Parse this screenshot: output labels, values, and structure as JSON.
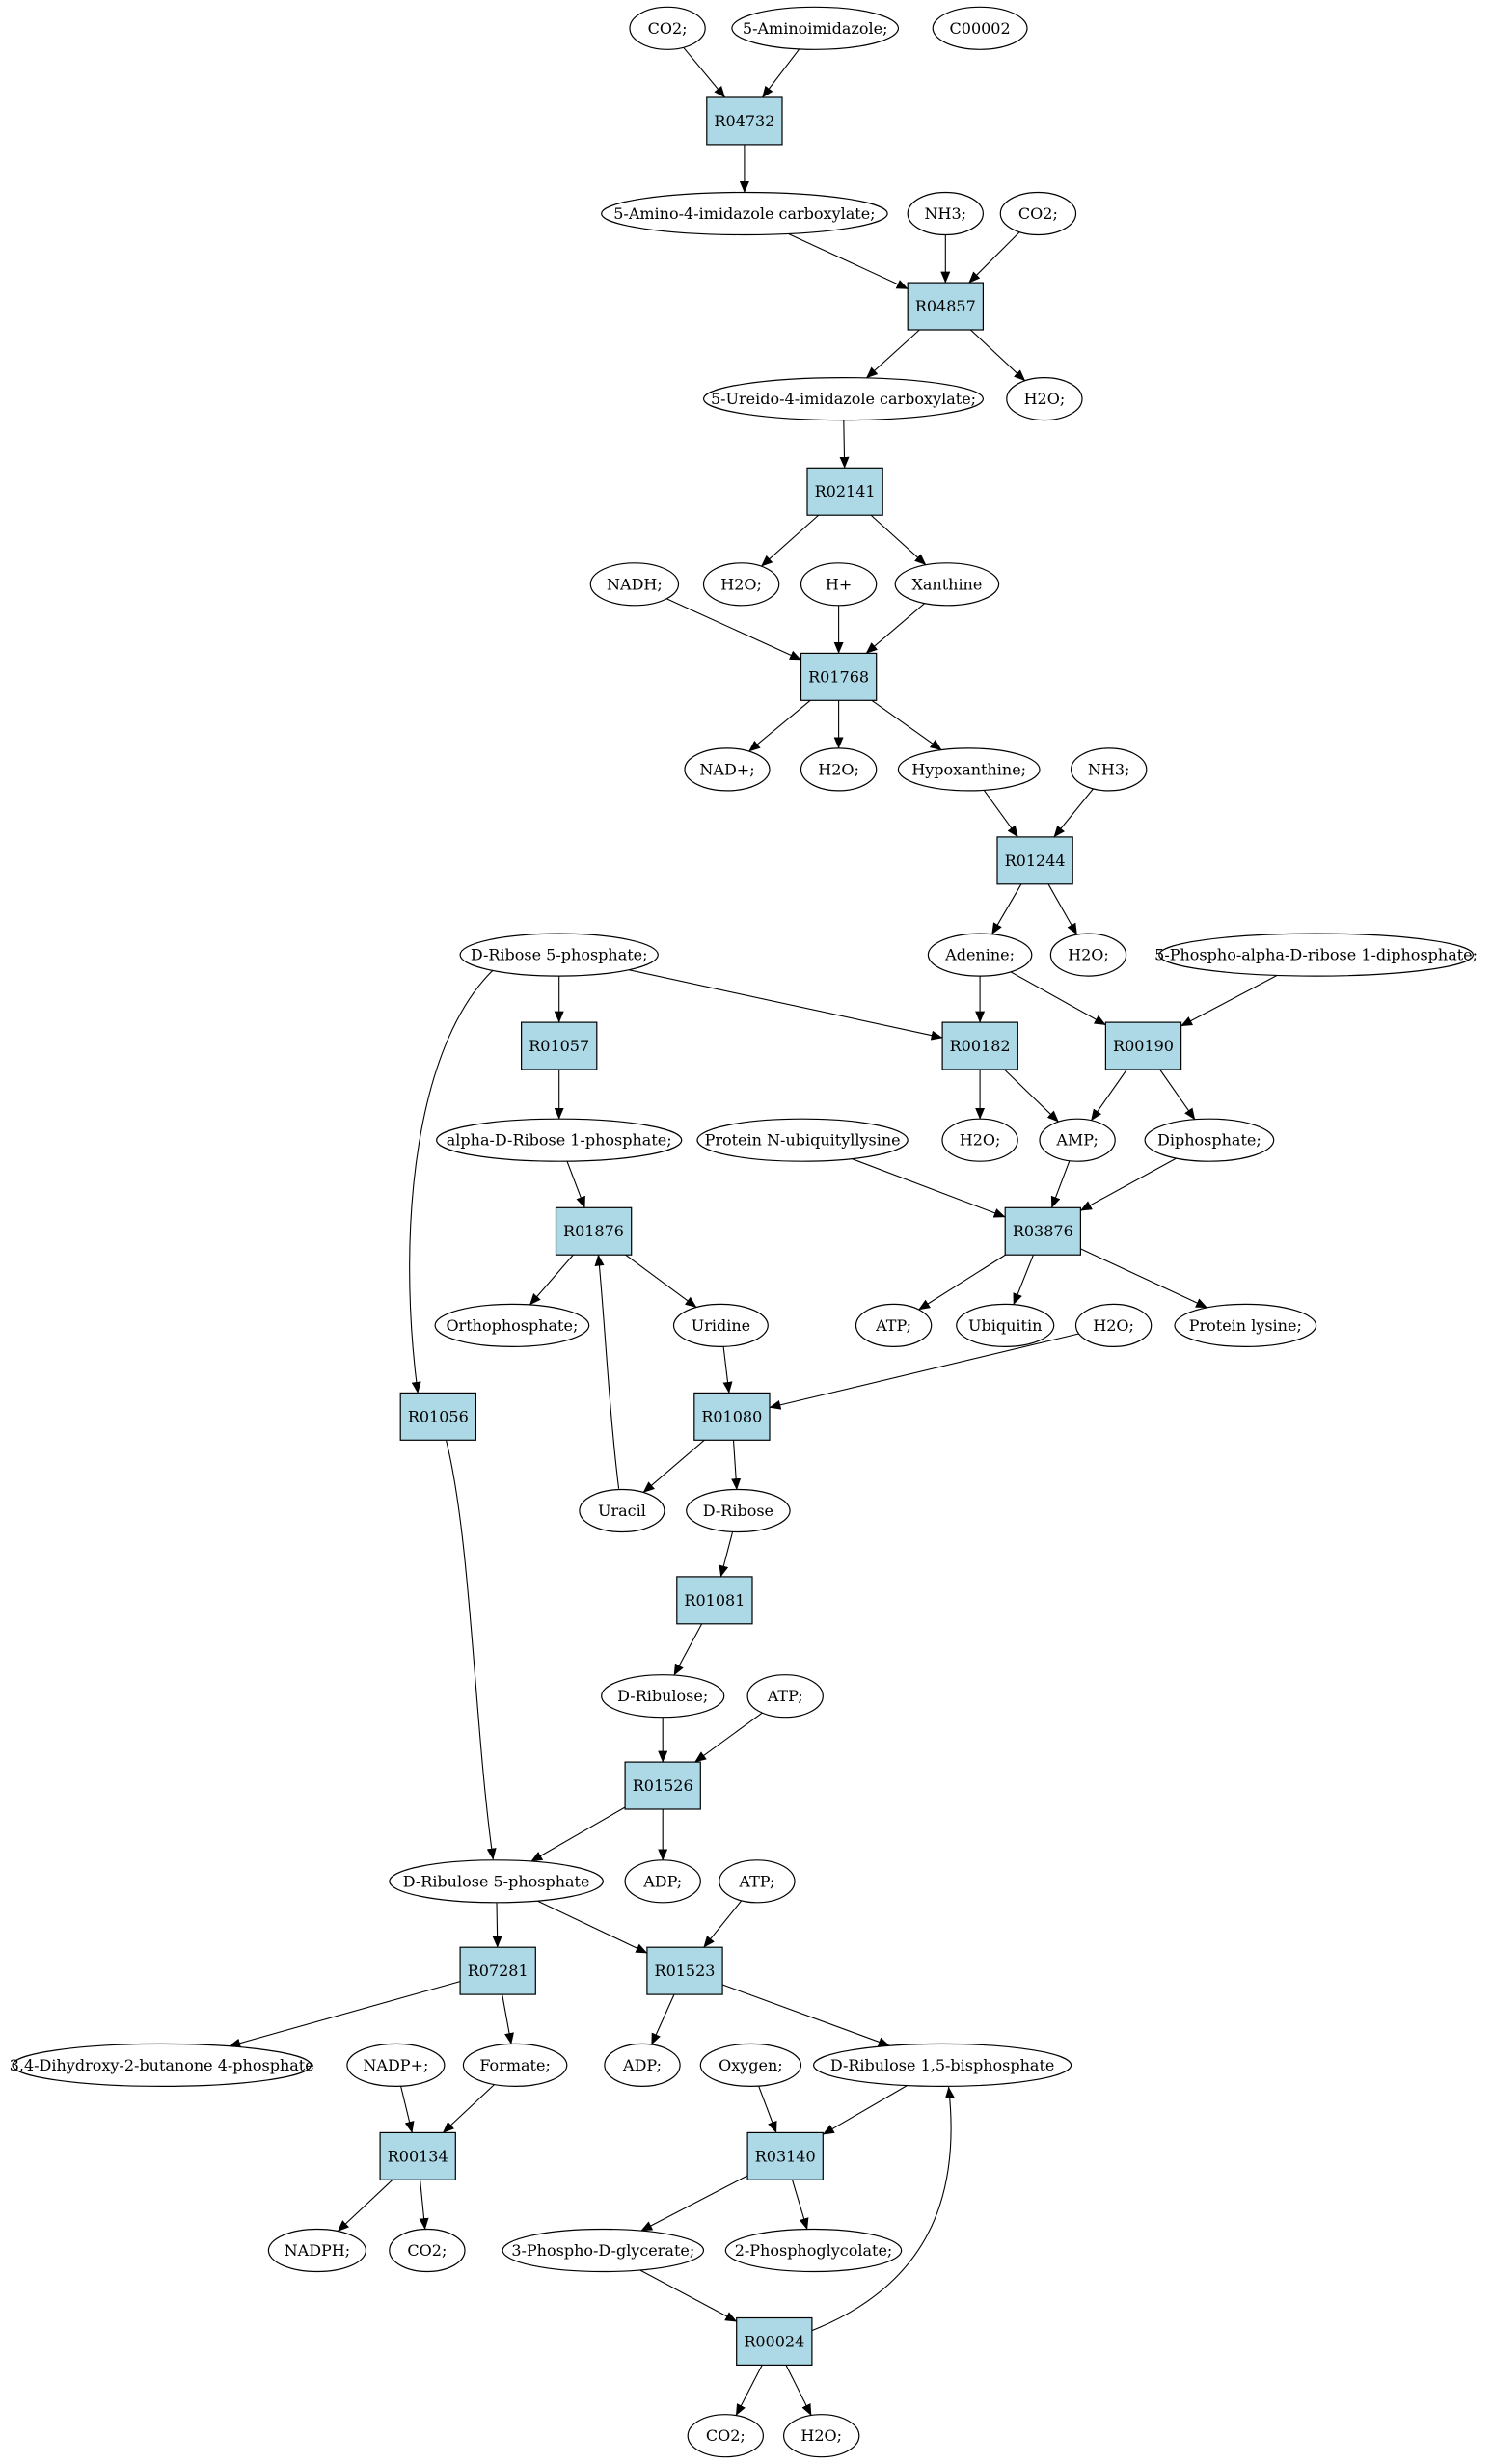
{
  "colors": {
    "reaction": "#add8e6",
    "compound": "#ffffff",
    "highlight_start": "#00ee00",
    "highlight_query": "#ffff00",
    "stroke": "#000000"
  },
  "reactions": [
    {
      "id": "R04732",
      "label": "R04732"
    },
    {
      "id": "R04857",
      "label": "R04857"
    },
    {
      "id": "R02141",
      "label": "R02141"
    },
    {
      "id": "R01768",
      "label": "R01768"
    },
    {
      "id": "R01244",
      "label": "R01244"
    },
    {
      "id": "R01057",
      "label": "R01057"
    },
    {
      "id": "R00182",
      "label": "R00182"
    },
    {
      "id": "R00190",
      "label": "R00190"
    },
    {
      "id": "R01876",
      "label": "R01876"
    },
    {
      "id": "R03876",
      "label": "R03876"
    },
    {
      "id": "R01056",
      "label": "R01056"
    },
    {
      "id": "R01080",
      "label": "R01080"
    },
    {
      "id": "R01081",
      "label": "R01081"
    },
    {
      "id": "R01526",
      "label": "R01526"
    },
    {
      "id": "R07281",
      "label": "R07281"
    },
    {
      "id": "R01523",
      "label": "R01523"
    },
    {
      "id": "R00134",
      "label": "R00134"
    },
    {
      "id": "R03140",
      "label": "R03140"
    },
    {
      "id": "R00024",
      "label": "R00024"
    }
  ],
  "compounds": [
    {
      "id": "co2_a",
      "label": "CO2;"
    },
    {
      "id": "aminoimidazole",
      "label": "5-Aminoimidazole;"
    },
    {
      "id": "c00002",
      "label": "C00002",
      "highlight": "query"
    },
    {
      "id": "aic",
      "label": "5-Amino-4-imidazole carboxylate;"
    },
    {
      "id": "nh3_a",
      "label": "NH3;"
    },
    {
      "id": "co2_b",
      "label": "CO2;"
    },
    {
      "id": "uic",
      "label": "5-Ureido-4-imidazole carboxylate;"
    },
    {
      "id": "h2o_a",
      "label": "H2O;"
    },
    {
      "id": "nadh",
      "label": "NADH;"
    },
    {
      "id": "h2o_b",
      "label": "H2O;"
    },
    {
      "id": "hplus",
      "label": "H+"
    },
    {
      "id": "xanthine",
      "label": "Xanthine"
    },
    {
      "id": "nadplus",
      "label": "NAD+;"
    },
    {
      "id": "h2o_c",
      "label": "H2O;"
    },
    {
      "id": "hypoxanthine",
      "label": "Hypoxanthine;"
    },
    {
      "id": "nh3_b",
      "label": "NH3;"
    },
    {
      "id": "drib5p",
      "label": "D-Ribose 5-phosphate;",
      "highlight": "start"
    },
    {
      "id": "adenine",
      "label": "Adenine;"
    },
    {
      "id": "h2o_d",
      "label": "H2O;"
    },
    {
      "id": "prpp",
      "label": "5-Phospho-alpha-D-ribose 1-diphosphate;"
    },
    {
      "id": "adrib1p",
      "label": "alpha-D-Ribose 1-phosphate;"
    },
    {
      "id": "h2o_e",
      "label": "H2O;"
    },
    {
      "id": "amp",
      "label": "AMP;"
    },
    {
      "id": "diphosphate",
      "label": "Diphosphate;"
    },
    {
      "id": "protnubq",
      "label": "Protein N-ubiquityllysine"
    },
    {
      "id": "orthophosphate",
      "label": "Orthophosphate;"
    },
    {
      "id": "uridine",
      "label": "Uridine"
    },
    {
      "id": "atp_a",
      "label": "ATP;"
    },
    {
      "id": "ubiquitin",
      "label": "Ubiquitin"
    },
    {
      "id": "h2o_f",
      "label": "H2O;"
    },
    {
      "id": "protlys",
      "label": "Protein lysine;"
    },
    {
      "id": "uracil",
      "label": "Uracil"
    },
    {
      "id": "dribose",
      "label": "D-Ribose"
    },
    {
      "id": "dribulose",
      "label": "D-Ribulose;"
    },
    {
      "id": "atp_b",
      "label": "ATP;"
    },
    {
      "id": "dribu5p",
      "label": "D-Ribulose 5-phosphate"
    },
    {
      "id": "adp_a",
      "label": "ADP;"
    },
    {
      "id": "atp_c",
      "label": "ATP;"
    },
    {
      "id": "dhbp",
      "label": "3,4-Dihydroxy-2-butanone 4-phosphate"
    },
    {
      "id": "nadpplus",
      "label": "NADP+;"
    },
    {
      "id": "formate",
      "label": "Formate;"
    },
    {
      "id": "adp_b",
      "label": "ADP;"
    },
    {
      "id": "oxygen",
      "label": "Oxygen;"
    },
    {
      "id": "rubp",
      "label": "D-Ribulose 1,5-bisphosphate"
    },
    {
      "id": "nadph",
      "label": "NADPH;"
    },
    {
      "id": "co2_c",
      "label": "CO2;"
    },
    {
      "id": "pga3",
      "label": "3-Phospho-D-glycerate;"
    },
    {
      "id": "pglycolate2",
      "label": "2-Phosphoglycolate;"
    },
    {
      "id": "co2_d",
      "label": "CO2;"
    },
    {
      "id": "h2o_g",
      "label": "H2O;"
    }
  ]
}
